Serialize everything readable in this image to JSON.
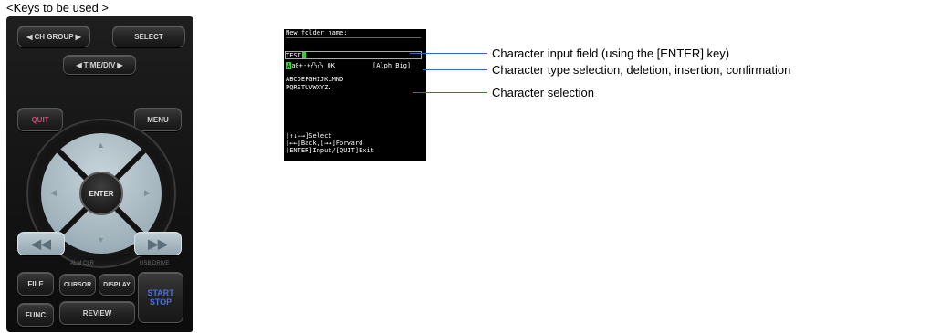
{
  "heading": "<Keys to be used >",
  "keypad": {
    "ch_group": "CH GROUP",
    "select": "SELECT",
    "time_div": "TIME/DIV",
    "quit": "QUIT",
    "menu": "MENU",
    "enter": "ENTER",
    "rewind": "◀◀",
    "forward": "▶▶",
    "alm_clr": "ALM CLR",
    "usb_drive": "USB DRIVE",
    "file": "FILE",
    "cursor": "CURSOR",
    "display": "DISPLAY",
    "start": "START",
    "stop": "STOP",
    "func": "FUNC",
    "review": "REVIEW",
    "left_triangle": "◀",
    "right_triangle": "▶",
    "arrow_up": "▲",
    "arrow_down": "▼",
    "arrow_left": "◀",
    "arrow_right": "▶"
  },
  "screen": {
    "title": "New folder name:",
    "input_value": "TEST",
    "type_indicator": "A",
    "type_row": "a0+-+凸凸 OK",
    "mode": "[Alph Big]",
    "chars_row1": "ABCDEFGHIJKLMNO",
    "chars_row2": "PQRSTUVWXYZ.",
    "help1": "[↑↓←→]Select",
    "help2": "[←←]Back,[→→]Forward",
    "help3": "[ENTER]Input/[QUIT]Exit"
  },
  "callouts": {
    "input_field": "Character input field (using the [ENTER] key)",
    "type_selection": "Character type selection, deletion, insertion, confirmation",
    "char_selection": "Character selection"
  },
  "colors": {
    "callout_line": "#2a6bd1",
    "cursor_green": "#35d235",
    "quit_pink": "#e0417a",
    "start_blue": "#4d6fd8"
  }
}
